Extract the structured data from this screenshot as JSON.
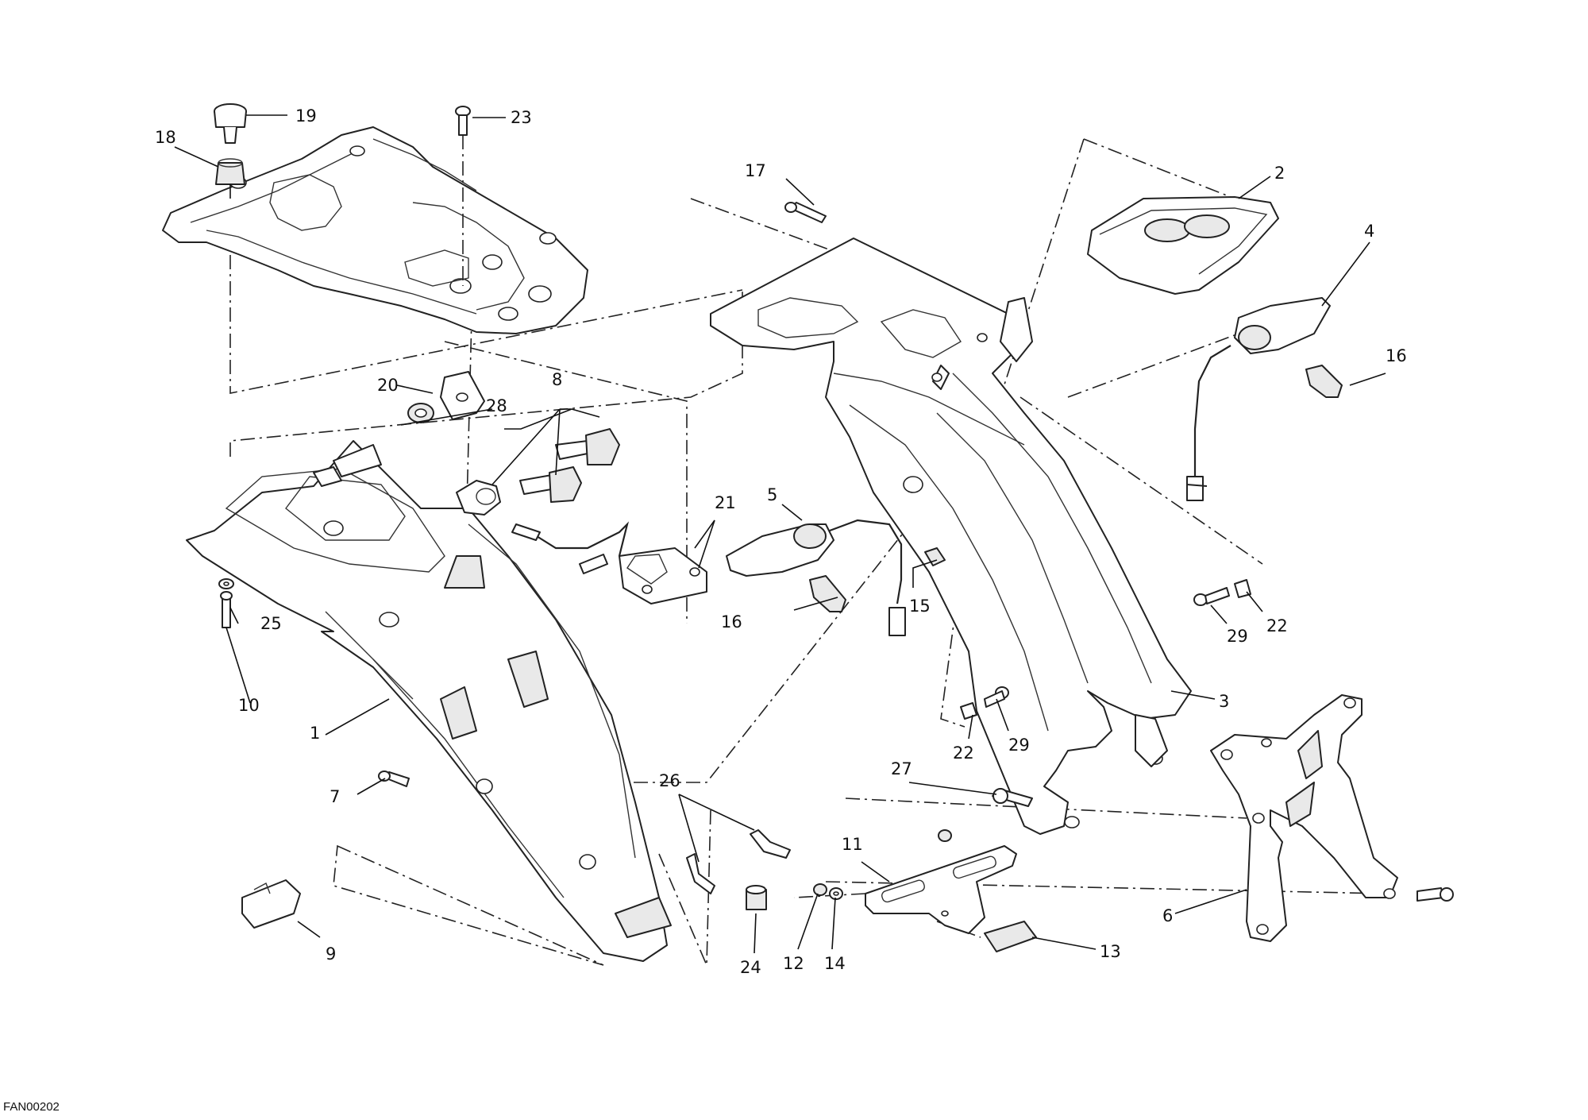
{
  "drawing_code": "FAN00202",
  "callouts": [
    "1",
    "2",
    "3",
    "4",
    "5",
    "6",
    "7",
    "8",
    "9",
    "10",
    "11",
    "12",
    "13",
    "14",
    "15",
    "16",
    "17",
    "18",
    "19",
    "20",
    "21",
    "22",
    "23",
    "24",
    "25",
    "26",
    "27",
    "28",
    "29"
  ],
  "callout_labels": {
    "c1": "1",
    "c2": "2",
    "c3": "3",
    "c4": "4",
    "c5": "5",
    "c6": "6",
    "c7": "7",
    "c8": "8",
    "c9": "9",
    "c10": "10",
    "c11": "11",
    "c12": "12",
    "c13": "13",
    "c14": "14",
    "c15": "15",
    "c16a": "16",
    "c16b": "16",
    "c17": "17",
    "c18": "18",
    "c19": "19",
    "c20": "20",
    "c21": "21",
    "c22a": "22",
    "c22b": "22",
    "c23": "23",
    "c24": "24",
    "c25": "25",
    "c26": "26",
    "c27": "27",
    "c28": "28",
    "c29a": "29",
    "c29b": "29"
  }
}
